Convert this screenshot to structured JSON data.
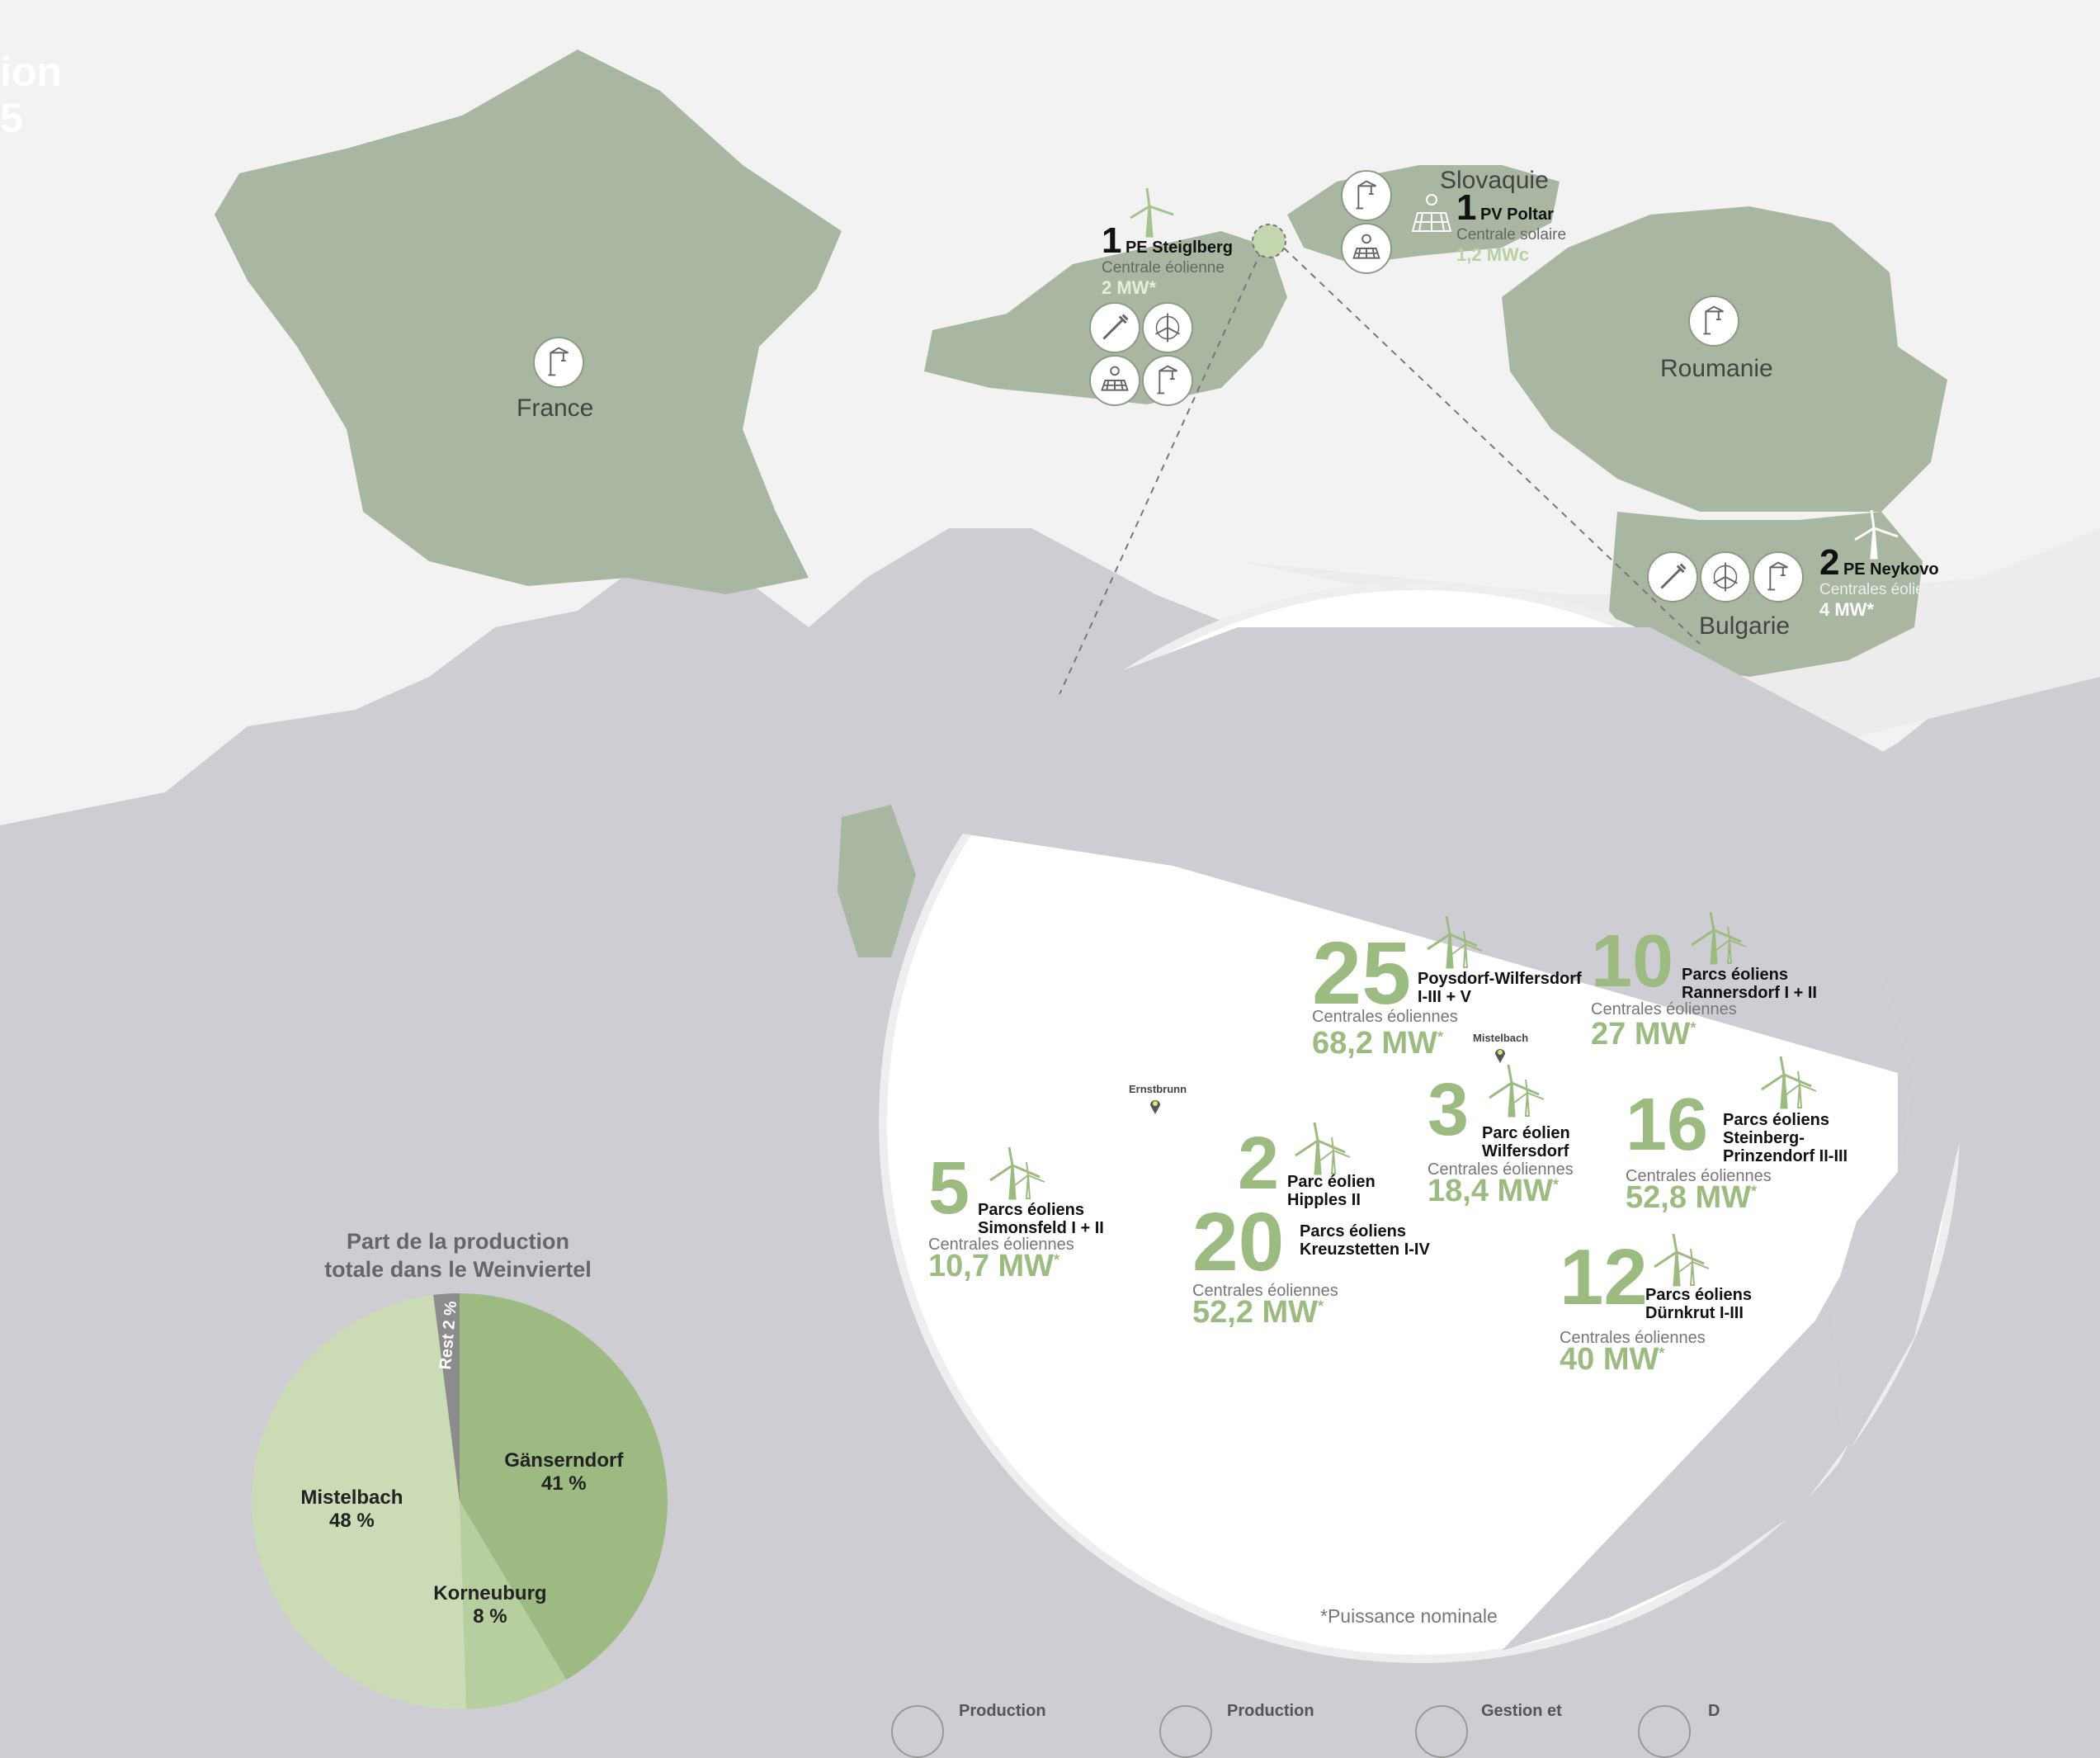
{
  "title_fragments": [
    "ion",
    "5"
  ],
  "countries": {
    "france": "France",
    "slovaquie": "Slovaquie",
    "roumanie": "Roumanie",
    "bulgarie": "Bulgarie"
  },
  "icons": {
    "crane": "crane-icon",
    "wind": "wind-turbine-icon",
    "solar": "solar-panel-icon",
    "pipe": "pipe-wrench-icon"
  },
  "sites": {
    "steiglberg": {
      "count": "1",
      "name": "PE Steiglberg",
      "kind": "Centrale éolienne",
      "capacity": "2 MW*"
    },
    "poltar": {
      "count": "1",
      "name": "PV Poltar",
      "kind": "Centrale solaire",
      "capacity": "1,2 MWc"
    },
    "neykovo": {
      "count": "2",
      "name": "PE Neykovo",
      "kind": "Centrales éoliennes",
      "capacity": "4 MW*"
    }
  },
  "windparks": [
    {
      "count": "25",
      "name": [
        "Poysdorf-Wilfersdorf",
        "I-III + V"
      ],
      "kind": "Centrales éoliennes",
      "capacity": "68,2 MW",
      "star": "*"
    },
    {
      "count": "10",
      "name": [
        "Parcs éoliens",
        "Rannersdorf I + II"
      ],
      "kind": "Centrales éoliennes",
      "capacity": "27 MW",
      "star": "*"
    },
    {
      "count": "3",
      "name": [
        "Parc éolien",
        "Wilfersdorf"
      ],
      "kind": "Centrales éoliennes",
      "capacity": "18,4 MW",
      "star": "*"
    },
    {
      "count": "16",
      "name": [
        "Parcs éoliens",
        "Steinberg-",
        "Prinzendorf II-III"
      ],
      "kind": "Centrales éoliennes",
      "capacity": "52,8 MW",
      "star": "*"
    },
    {
      "count": "5",
      "name": [
        "Parcs éoliens",
        "Simonsfeld I + II"
      ],
      "kind": "Centrales éoliennes",
      "capacity": "10,7 MW",
      "star": "*"
    },
    {
      "count": "2",
      "name": [
        "Parc éolien",
        "Hipples II"
      ],
      "kind": "",
      "capacity": "",
      "star": ""
    },
    {
      "count": "20",
      "name": [
        "Parcs éoliens",
        "Kreuzstetten I-IV"
      ],
      "kind": "Centrales éoliennes",
      "capacity": "52,2 MW",
      "star": "*"
    },
    {
      "count": "12",
      "name": [
        "Parcs éoliens",
        "Dürnkrut I-III"
      ],
      "kind": "Centrales éoliennes",
      "capacity": "40 MW",
      "star": "*"
    }
  ],
  "towns": {
    "mistelbach": "Mistelbach",
    "ernstbrunn": "Ernstbrunn"
  },
  "footnote": "*Puissance nominale",
  "chart_data": {
    "type": "pie",
    "title": "Part de la production totale dans le Weinviertel",
    "title_lines": [
      "Part de la production",
      "totale dans le Weinviertel"
    ],
    "slices": [
      {
        "name": "Gänserndorf",
        "value": 41,
        "label": "41 %",
        "color": "#9dba82"
      },
      {
        "name": "Korneuburg",
        "value": 8,
        "label": "8 %",
        "color": "#b7cf9f"
      },
      {
        "name": "Mistelbach",
        "value": 48,
        "label": "48 %",
        "color": "#cadbb6"
      },
      {
        "name": "Rest",
        "value": 2,
        "label": "Rest 2 %",
        "color": "#8c8c8c"
      }
    ],
    "start_angle_deg": 0,
    "direction": "clockwise"
  },
  "legend": [
    "Production",
    "Production",
    "Gestion et",
    "D"
  ]
}
